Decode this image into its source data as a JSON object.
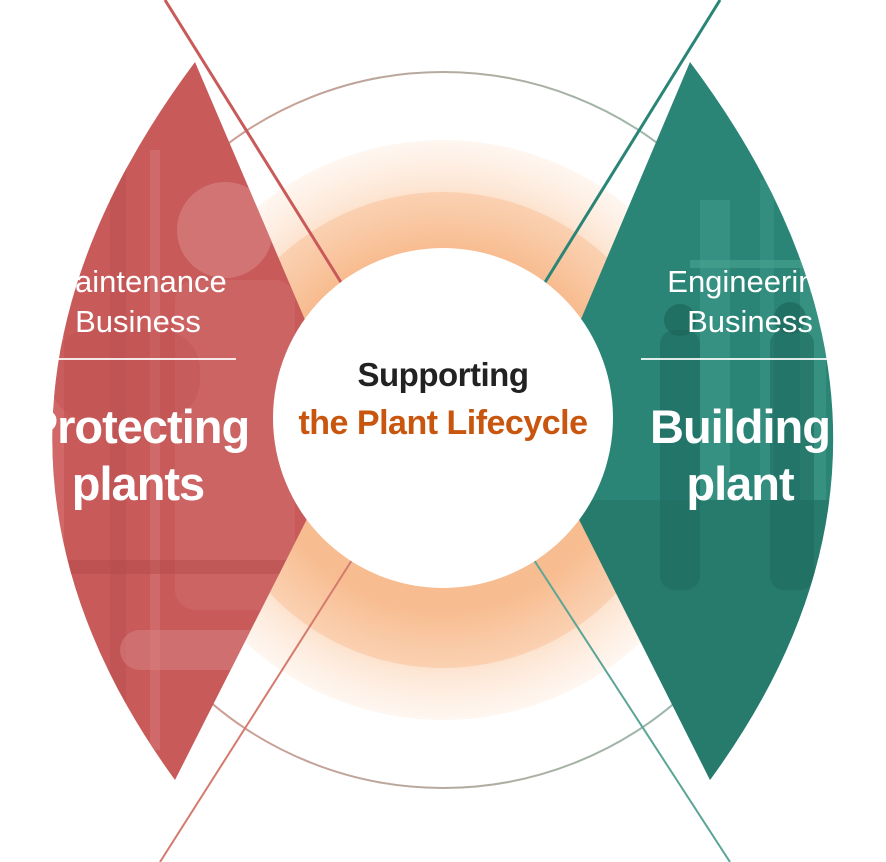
{
  "left_panel": {
    "business": "Maintenance Business",
    "headline_line1": "Protecting",
    "headline_line2": "plants",
    "color": "#c85a5a"
  },
  "right_panel": {
    "business": "Engineering Business",
    "headline_line1": "Building",
    "headline_line2": "plant",
    "color": "#2a8577"
  },
  "center": {
    "line1": "Supporting",
    "line2": "the Plant Lifecycle",
    "line2_color": "#c8560f",
    "glow_color": "#f7b888"
  }
}
